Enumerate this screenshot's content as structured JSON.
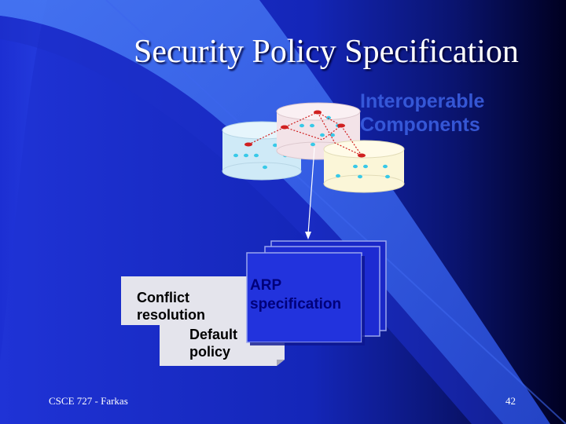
{
  "slide": {
    "title": "Security Policy Specification",
    "interoperable_line1": "Interoperable",
    "interoperable_line2": "Components",
    "conflict_line1": "Conflict",
    "conflict_line2": "resolution",
    "default_line1": "Default",
    "default_line2": "policy",
    "arp_line1": "ARP",
    "arp_line2": "specification",
    "footer_left": "CSCE 727 - Farkas",
    "page_number": "42"
  },
  "colors": {
    "background_left": "#1f33d6",
    "background_right": "#000020",
    "swoosh": "#3f6ef0",
    "db_blue": "#cfeaf7",
    "db_pink": "#f3e3e8",
    "db_yellow": "#fbf6d8",
    "cards": "#2233dd",
    "note": "#e4e4ec",
    "link_red": "#d02020"
  }
}
